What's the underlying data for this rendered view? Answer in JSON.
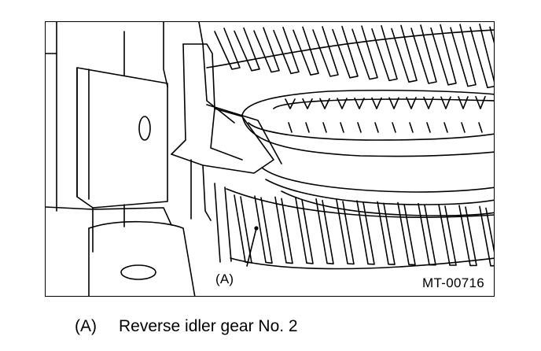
{
  "figure": {
    "figure_id": "MT-00716",
    "callouts": [
      {
        "key": "(A)",
        "part": "Reverse idler gear No. 2"
      }
    ]
  },
  "caption": {
    "key": "(A)",
    "text": "Reverse idler gear No. 2"
  }
}
